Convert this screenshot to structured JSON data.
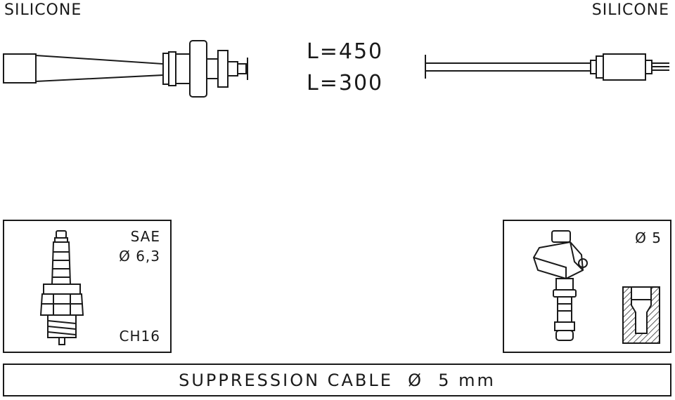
{
  "left_end": {
    "material": "SILICONE"
  },
  "right_end": {
    "material": "SILICONE"
  },
  "lengths": [
    "L=450",
    "L=300"
  ],
  "spark_plug": {
    "standard": "SAE",
    "diameter": "Ø 6,3",
    "hex": "CH16"
  },
  "coil": {
    "diameter": "Ø 5"
  },
  "caption": "SUPPRESSION CABLE  Ø  5 mm"
}
